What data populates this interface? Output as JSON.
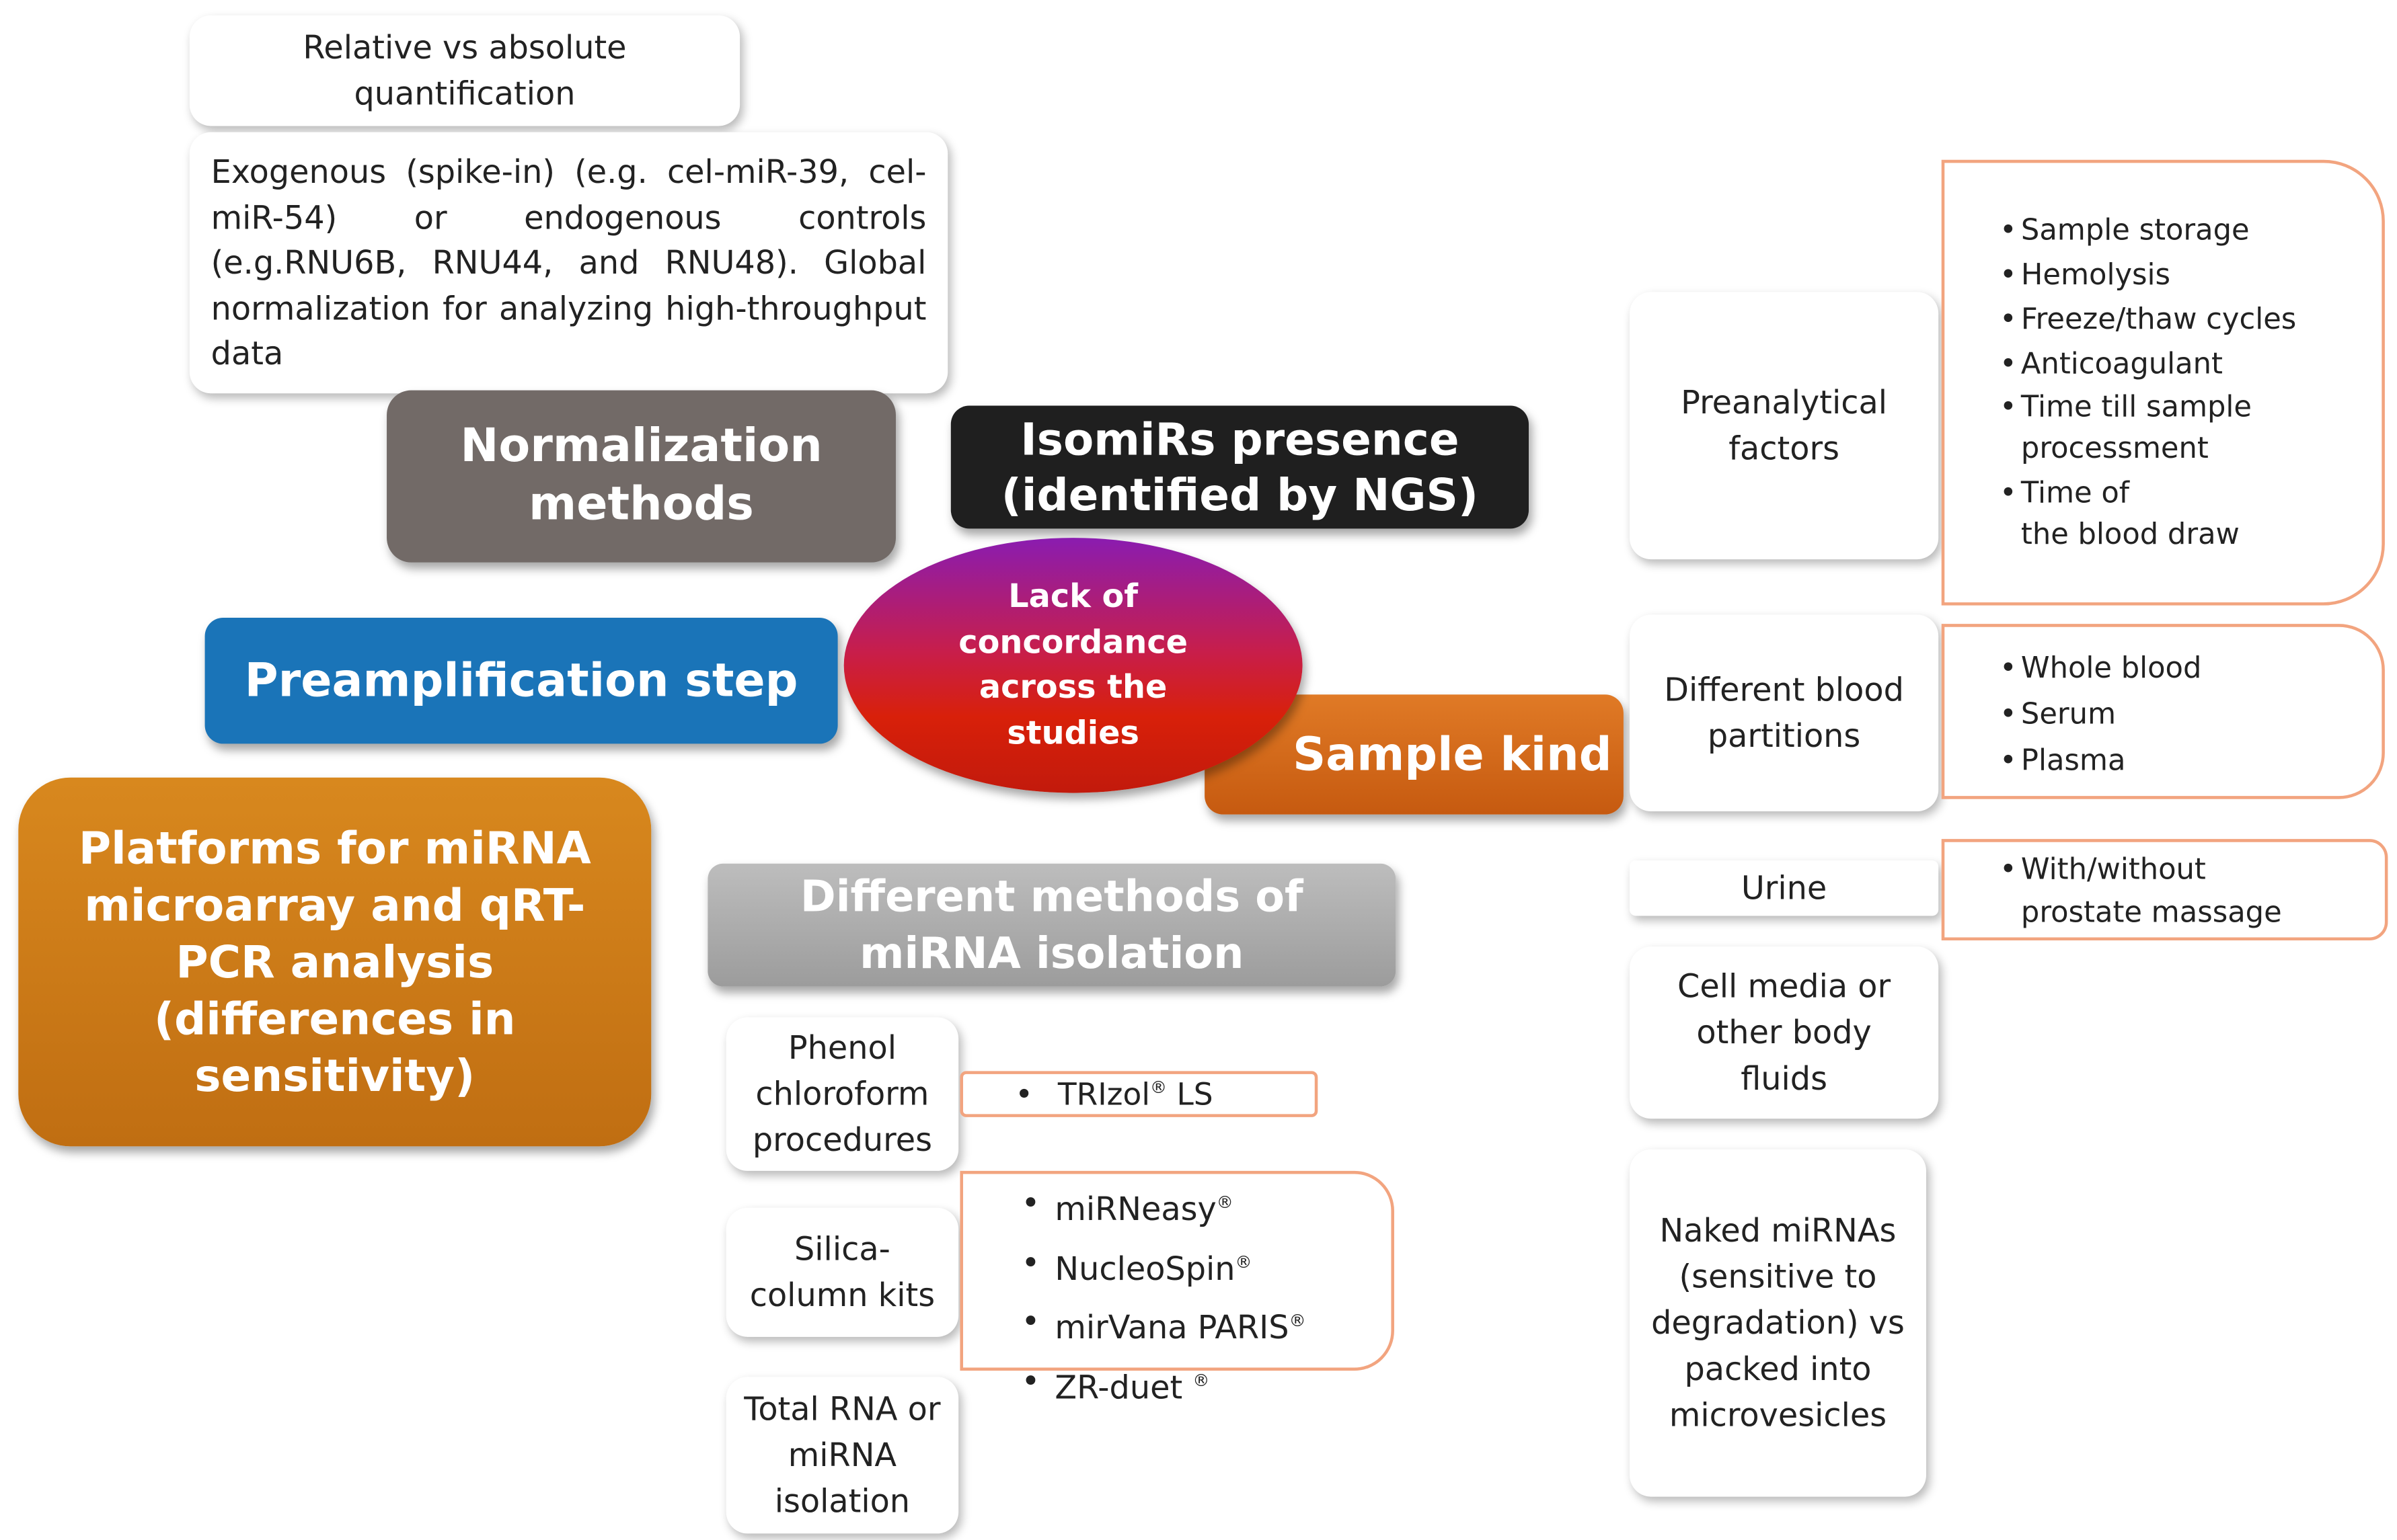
{
  "quant": "Relative vs absolute quantification",
  "controls": "Exogenous (spike-in) (e.g. cel-miR-39, cel-miR-54) or endogenous controls (e.g.RNU6B, RNU44, and RNU48). Global normalization for analyzing high-throughput data",
  "normalization": "Normalization methods",
  "isomirs": "IsomiRs presence (identified by NGS)",
  "center": "Lack of concordance across the studies",
  "preamp": "Preamplification step",
  "sample_kind": "Sample kind",
  "platforms": "Platforms for miRNA microarray and qRT-PCR analysis (differences in sensitivity)",
  "isolation": "Different methods of miRNA isolation",
  "phenol": "Phenol chloroform procedures",
  "trizol": {
    "name": "TRIzol",
    "mark": "®",
    "suffix": " LS"
  },
  "silica": "Silica-column kits",
  "kits": [
    {
      "name": "miRNeasy",
      "mark": "®"
    },
    {
      "name": "NucleoSpin",
      "mark": "®"
    },
    {
      "name": "mirVana PARIS",
      "mark": "®"
    },
    {
      "name": "ZR-duet ",
      "mark": "®"
    }
  ],
  "total_rna": "Total RNA or miRNA isolation",
  "preanalytical": "Preanalytical factors",
  "preanalytical_items": [
    "Sample storage",
    "Hemolysis",
    "Freeze/thaw cycles",
    "Anticoagulant",
    {
      "line1": "Time till sample",
      "line2": "processment"
    },
    {
      "line1": "Time of",
      "line2": "the blood draw"
    }
  ],
  "blood": "Different blood partitions",
  "blood_items": [
    "Whole blood",
    "Serum",
    "Plasma"
  ],
  "urine": "Urine",
  "urine_item": {
    "line1": "With/without",
    "line2": "prostate massage"
  },
  "cell_media": "Cell media or other body fluids",
  "naked": "Naked miRNAs (sensitive to degradation) vs packed into microvesicles",
  "colors": {
    "normalization": "#726a67",
    "isomirs": "#1f1f1f",
    "preamp": "#1a74b8",
    "sample_kind": "#d6681c",
    "platforms": "#c9781a",
    "isolation": "#a8a8a8",
    "outline": "#f2a47f",
    "center_top": "#8a1cb0",
    "center_bottom": "#d8200a"
  }
}
